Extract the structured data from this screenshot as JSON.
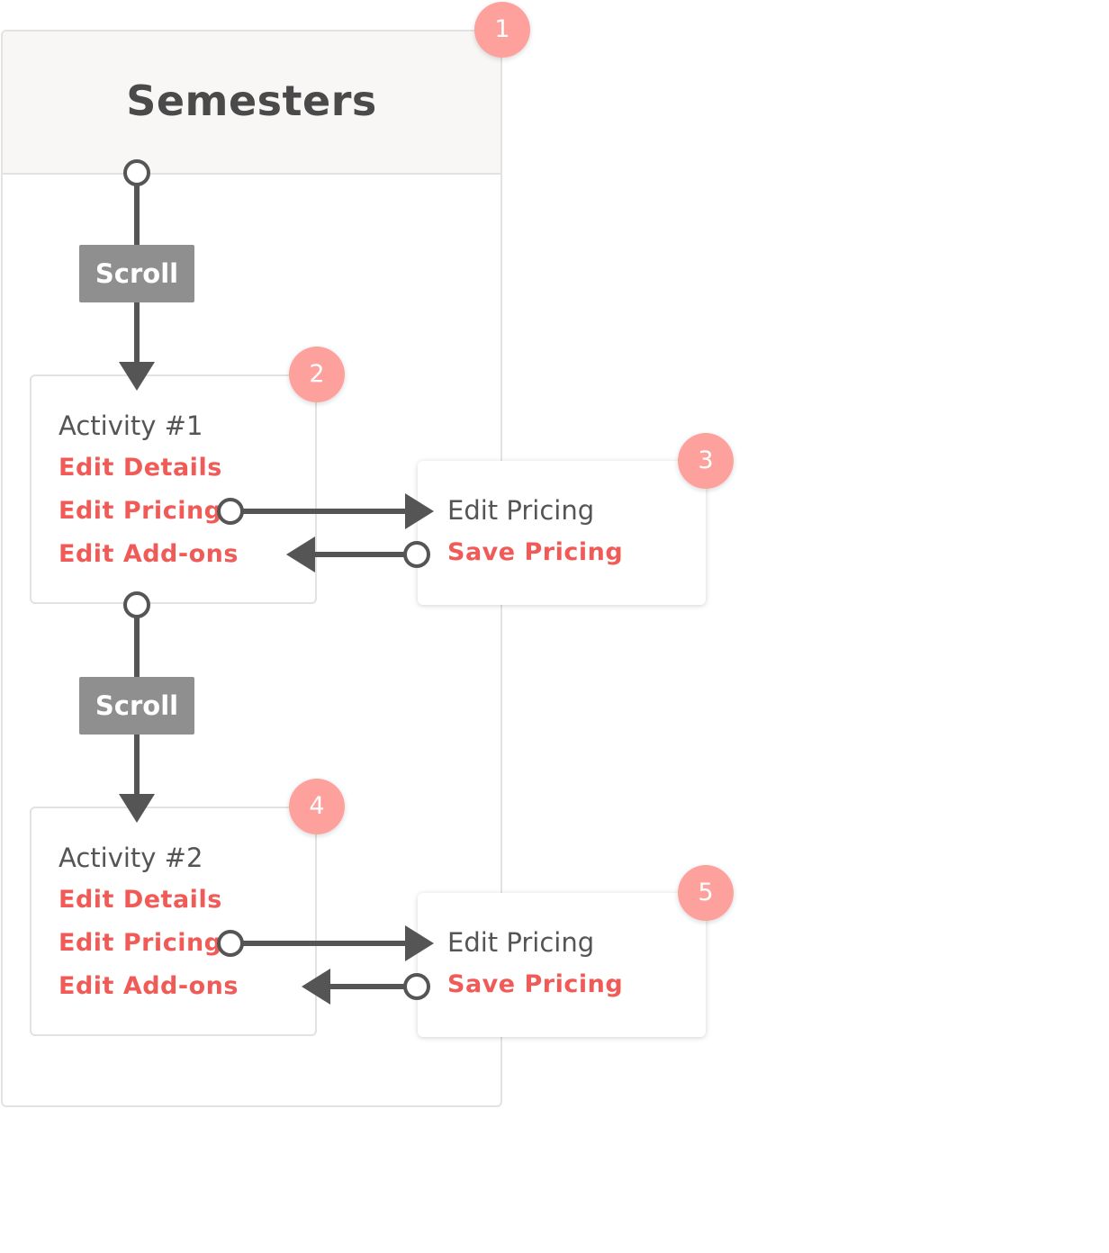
{
  "frame": {
    "title": "Semesters",
    "badge": "1"
  },
  "scroll_labels": [
    "Scroll",
    "Scroll"
  ],
  "activities": [
    {
      "heading": "Activity #1",
      "badge": "2",
      "links": [
        "Edit Details",
        "Edit Pricing",
        "Edit Add-ons"
      ]
    },
    {
      "heading": "Activity #2",
      "badge": "4",
      "links": [
        "Edit Details",
        "Edit Pricing",
        "Edit Add-ons"
      ]
    }
  ],
  "pricing_panels": [
    {
      "heading": "Edit Pricing",
      "action": "Save Pricing",
      "badge": "3"
    },
    {
      "heading": "Edit Pricing",
      "action": "Save Pricing",
      "badge": "5"
    }
  ],
  "colors": {
    "accent": "#f05a57",
    "badge": "#fea19c",
    "connector": "#555555",
    "scroll_tag": "#8f8f8f"
  }
}
